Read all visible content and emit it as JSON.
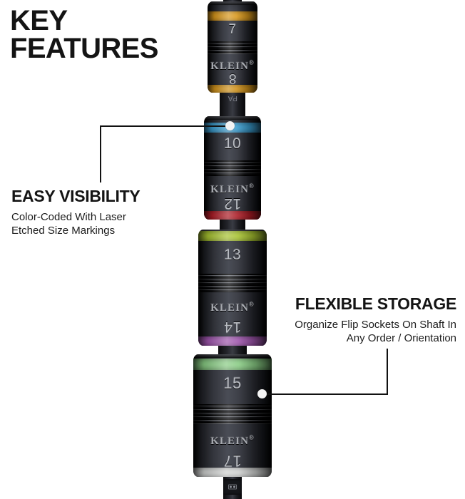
{
  "headline": "KEY\nFEATURES",
  "callouts": {
    "left": {
      "title": "EASY VISIBILITY",
      "body": "Color-Coded With Laser\nEtched Size Markings"
    },
    "right": {
      "title": "FLEXIBLE STORAGE",
      "body": "Organize Flip Sockets On Shaft In\nAny Order / Orientation"
    }
  },
  "brand": "KLEIN",
  "brand_mark": "®",
  "shaft_label": "PA",
  "colors": {
    "background": "#ffffff",
    "text": "#141414",
    "leader_line": "#111111",
    "leader_dot": "#f4f4f4",
    "socket_body": "#34363d"
  },
  "sockets": [
    {
      "id": "socket-7-8",
      "top_size": "7",
      "bottom_size": "8",
      "top_ring_color": "#f0a81e",
      "bottom_ring_color": "#f0a81e"
    },
    {
      "id": "socket-10-12",
      "top_size": "10",
      "bottom_size": "12",
      "top_ring_color": "#3fa9e0",
      "bottom_ring_color": "#c4202b"
    },
    {
      "id": "socket-13-14",
      "top_size": "13",
      "bottom_size": "14",
      "top_ring_color": "#b5d334",
      "bottom_ring_color": "#b05ec0"
    },
    {
      "id": "socket-15-17",
      "top_size": "15",
      "bottom_size": "17",
      "top_ring_color": "#8fd68a",
      "bottom_ring_color": "#e3e5e4"
    }
  ]
}
